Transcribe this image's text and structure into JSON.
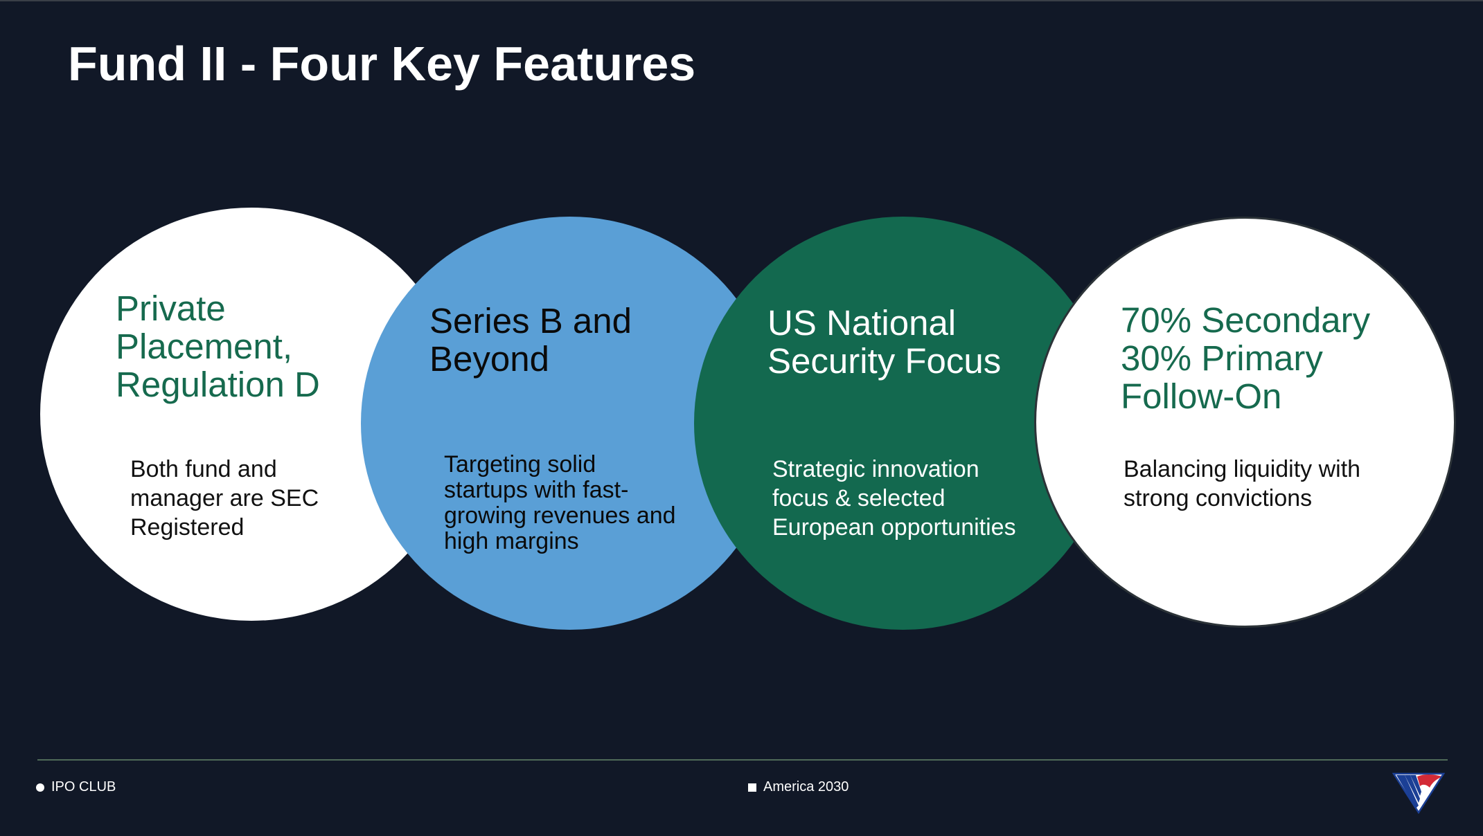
{
  "slide": {
    "title": "Fund II - Four Key Features"
  },
  "features": [
    {
      "heading_lines": [
        "Private",
        "Placement,",
        "Regulation D"
      ],
      "description_lines": [
        "Both fund and",
        "manager are SEC",
        "Registered"
      ],
      "circle_color": "#ffffff",
      "heading_color": "#166a4e"
    },
    {
      "heading_lines": [
        "Series B and",
        "Beyond"
      ],
      "description_lines": [
        "Targeting solid",
        "startups with fast-",
        "growing revenues and",
        "high margins"
      ],
      "circle_color": "#5a9fd6",
      "heading_color": "#0a0a0a"
    },
    {
      "heading_lines": [
        "US National",
        "Security Focus"
      ],
      "description_lines": [
        "Strategic innovation",
        "focus & selected",
        "European opportunities"
      ],
      "circle_color": "#13694f",
      "heading_color": "#ffffff"
    },
    {
      "heading_lines": [
        "70% Secondary",
        "30% Primary",
        "Follow-On"
      ],
      "description_lines": [
        "Balancing liquidity with",
        "strong convictions"
      ],
      "circle_color": "#ffffff",
      "heading_color": "#166a4e"
    }
  ],
  "footer": {
    "left_label": "IPO CLUB",
    "center_label": "America 2030",
    "logo_icon": "eagle-chevron-logo-icon"
  },
  "colors": {
    "background": "#111827",
    "accent_green": "#166a4e",
    "accent_blue": "#5a9fd6",
    "logo_blue": "#1b3f95",
    "logo_red": "#d32a36"
  }
}
